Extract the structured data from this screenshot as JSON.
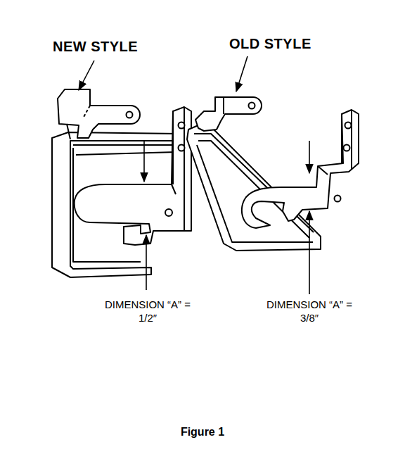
{
  "diagram": {
    "caption": "Figure 1",
    "labels": [
      "NEW STYLE",
      "OLD STYLE",
      "DIMENSION “A” = 1/2″",
      "DIMENSION “A” = 3/8″"
    ]
  }
}
